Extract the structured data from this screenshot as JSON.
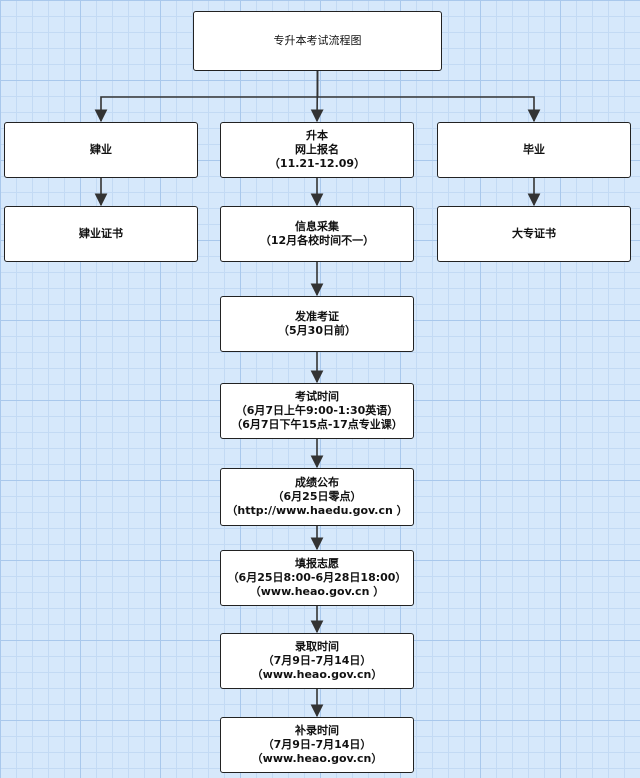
{
  "diagram": {
    "nodes": [
      {
        "id": "root",
        "lines": [
          "专升本考试流程图"
        ]
      },
      {
        "id": "left1",
        "lines": [
          "肄业"
        ]
      },
      {
        "id": "center1",
        "lines": [
          "升本",
          "网上报名",
          "（11.21-12.09）"
        ]
      },
      {
        "id": "right1",
        "lines": [
          "毕业"
        ]
      },
      {
        "id": "left2",
        "lines": [
          "肄业证书"
        ]
      },
      {
        "id": "center2",
        "lines": [
          "信息采集",
          "（12月各校时间不一）"
        ]
      },
      {
        "id": "right2",
        "lines": [
          "大专证书"
        ]
      },
      {
        "id": "center3",
        "lines": [
          "发准考证",
          "（5月30日前）"
        ]
      },
      {
        "id": "center4",
        "lines": [
          "考试时间",
          "（6月7日上午9:00-1:30英语）",
          "（6月7日下午15点-17点专业课）"
        ]
      },
      {
        "id": "center5",
        "lines": [
          "成绩公布",
          "（6月25日零点）",
          "（http://www.haedu.gov.cn ）"
        ]
      },
      {
        "id": "center6",
        "lines": [
          "填报志愿",
          "（6月25日8:00-6月28日18:00）",
          "（www.heao.gov.cn ）"
        ]
      },
      {
        "id": "center7",
        "lines": [
          "录取时间",
          "（7月9日-7月14日）",
          "（www.heao.gov.cn）"
        ]
      },
      {
        "id": "center8",
        "lines": [
          "补录时间",
          "（7月9日-7月14日）",
          "（www.heao.gov.cn）"
        ]
      }
    ],
    "edges": [
      {
        "from": "root",
        "to": "left1"
      },
      {
        "from": "root",
        "to": "center1"
      },
      {
        "from": "root",
        "to": "right1"
      },
      {
        "from": "left1",
        "to": "left2"
      },
      {
        "from": "right1",
        "to": "right2"
      },
      {
        "from": "center1",
        "to": "center2"
      },
      {
        "from": "center2",
        "to": "center3"
      },
      {
        "from": "center3",
        "to": "center4"
      },
      {
        "from": "center4",
        "to": "center5"
      },
      {
        "from": "center5",
        "to": "center6"
      },
      {
        "from": "center6",
        "to": "center7"
      },
      {
        "from": "center7",
        "to": "center8"
      }
    ]
  }
}
